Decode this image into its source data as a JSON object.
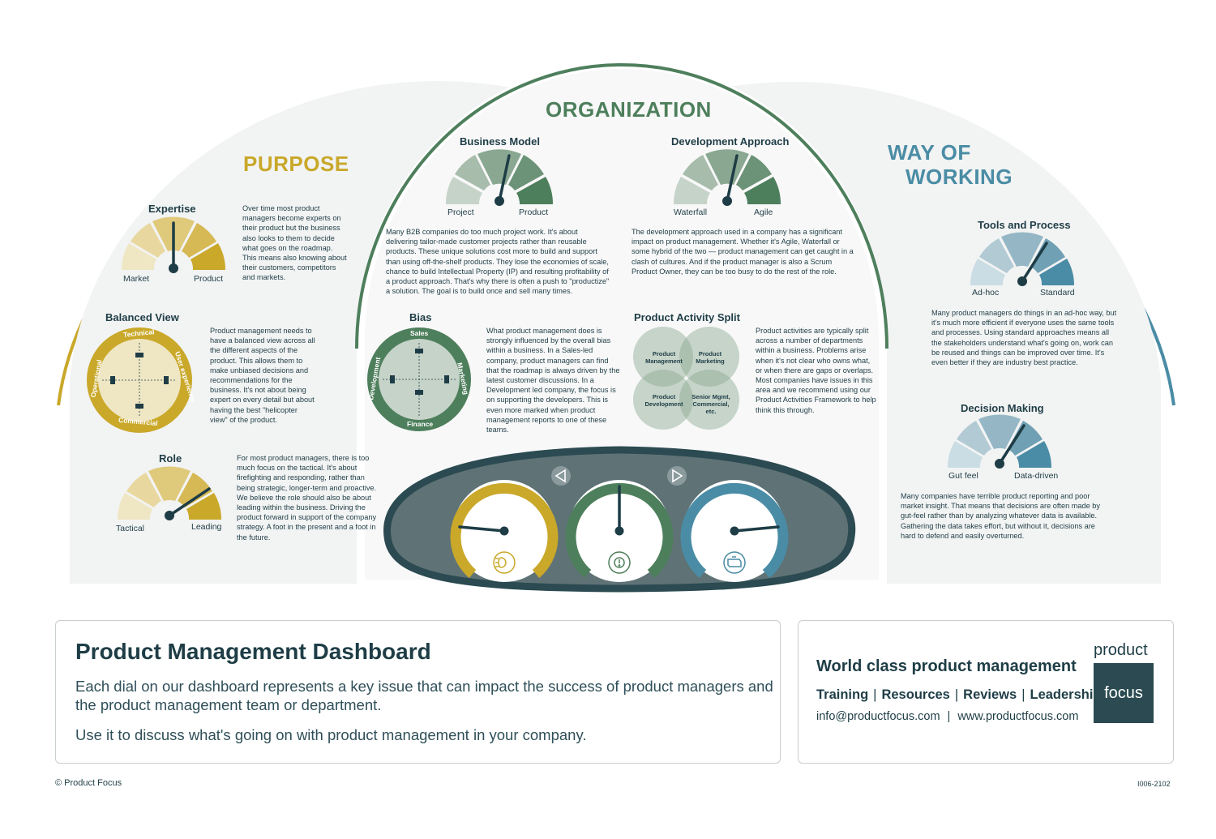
{
  "headings": {
    "purpose": "PURPOSE",
    "organization": "ORGANIZATION",
    "way_line1": "WAY OF",
    "way_line2": "WORKING"
  },
  "colors": {
    "purpose": "#c9a82a",
    "organization": "#4e7f5c",
    "way_of_working": "#4a8ca5",
    "dark": "#1e3d46"
  },
  "expertise": {
    "title": "Expertise",
    "left": "Market",
    "right": "Product",
    "desc": "Over time most product managers become experts on their product but the business also looks to them to decide what goes on the roadmap. This means also knowing about their customers, competitors and markets.",
    "level": 0.5
  },
  "balanced_view": {
    "title": "Balanced View",
    "top": "Technical",
    "right": "User experience",
    "bottom": "Commercial",
    "left": "Operational",
    "desc": "Product management needs to have a balanced view across all the different aspects of the product. This allows them to make unbiased decisions and recommendations for the business. It's not about being expert on every detail but about having the best \"helicopter view\" of the product."
  },
  "role": {
    "title": "Role",
    "left": "Tactical",
    "right": "Leading",
    "desc": "For most product managers, there is too much focus on the tactical. It's about firefighting and responding, rather than being strategic, longer-term and proactive. We believe the role should also be about leading within the business. Driving the product forward in support of the company strategy. A foot in the present and a foot in the future.",
    "level": 0.82
  },
  "business_model": {
    "title": "Business Model",
    "left": "Project",
    "right": "Product",
    "desc": "Many B2B companies do too much project work. It's about delivering tailor-made customer projects rather than reusable products. These unique solutions cost more to build and support than using off-the-shelf products. They lose the economies of scale, chance to build Intellectual Property (IP) and resulting profitability of a product approach. That's why there is often a push to \"productize\" a solution. The goal is to build once and sell many times.",
    "level": 0.58
  },
  "development_approach": {
    "title": "Development Approach",
    "left": "Waterfall",
    "right": "Agile",
    "desc": "The development approach used in a company has a significant impact on product management. Whether it's Agile, Waterfall or some hybrid of the two — product management can get caught in a clash of cultures. And if the product manager is also a Scrum Product Owner, they can be too busy to do the rest of the role.",
    "level": 0.56
  },
  "bias": {
    "title": "Bias",
    "top": "Sales",
    "right": "Marketing",
    "bottom": "Finance",
    "left": "Development",
    "desc": "What product management does is strongly influenced by the overall bias within a business. In a Sales-led company, product managers can find that the roadmap is always driven by the latest customer discussions. In a Development led company, the focus is on supporting the developers. This is even more marked when product management reports to one of these teams."
  },
  "activity_split": {
    "title": "Product Activity Split",
    "circles": [
      "Product Management",
      "Product Marketing",
      "Product Development",
      "Senior Mgmt, Commercial, etc."
    ],
    "desc": "Product activities are typically split across a number of departments within a business. Problems arise when it's not clear who owns what, or when there are gaps or overlaps. Most companies have issues in this area and we recommend using our Product Activities Framework to help think this through."
  },
  "tools_process": {
    "title": "Tools and Process",
    "left": "Ad-hoc",
    "right": "Standard",
    "desc": "Many product managers do things in an ad-hoc way, but it's much more efficient if everyone uses the same tools and processes. Using standard approaches means all the stakeholders understand what's going on, work can be reused and things can be improved over time. It's even better if they are industry best practice.",
    "level": 0.7
  },
  "decision_making": {
    "title": "Decision Making",
    "left": "Gut feel",
    "right": "Data-driven",
    "desc": "Many companies have terrible product reporting and poor market insight. That means that decisions are often made by gut-feel rather than by analyzing whatever data is available. Gathering the data takes effort, but without it, decisions are hard to defend and easily overturned.",
    "level": 0.7
  },
  "dashboard": {
    "gauges": [
      {
        "icon": "headlight-icon",
        "needle_deg": 184
      },
      {
        "icon": "brake-warning-icon",
        "needle_deg": 90
      },
      {
        "icon": "engine-icon",
        "needle_deg": 8
      }
    ]
  },
  "pm_box": {
    "title": "Product Management Dashboard",
    "line1": "Each dial on our dashboard represents a key issue that can impact the success of product managers and",
    "line2": "the product management team or department.",
    "line3": "Use it to discuss what's going on with product management in your company."
  },
  "contact_box": {
    "title": "World class product management",
    "links": [
      "Training",
      "Resources",
      "Reviews",
      "Leadership"
    ],
    "email": "info@productfocus.com",
    "website": "www.productfocus.com",
    "logo_top": "product",
    "logo_box": "focus"
  },
  "footer": {
    "copyright": "© Product Focus",
    "code": "I006-2102"
  }
}
